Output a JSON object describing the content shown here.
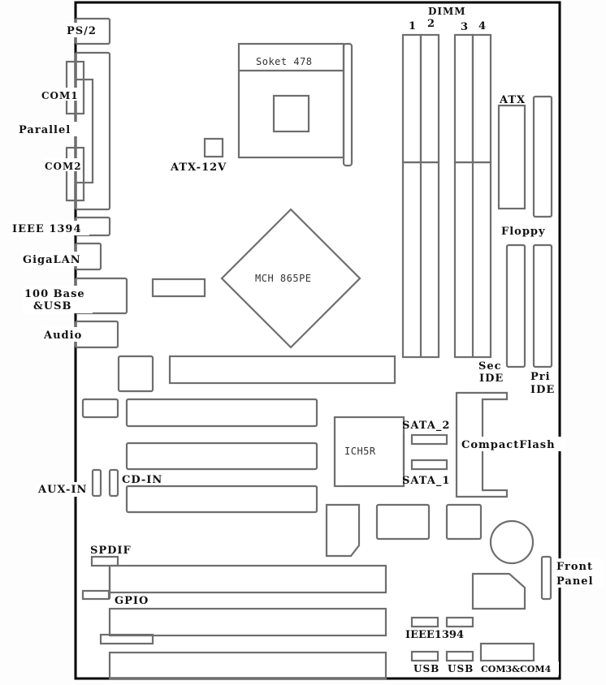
{
  "diagram": {
    "type": "motherboard-layout",
    "theme": {
      "board_outline": "#000000",
      "component_stroke": "#6e6e6e",
      "label_color": "#111111",
      "background": "#ffffff"
    },
    "labels": {
      "ps2": "PS/2",
      "com1": "COM1",
      "parallel": "Parallel",
      "com2": "COM2",
      "ieee1394_rear": "IEEE 1394",
      "gigalan": "GigaLAN",
      "base100_line1": "100 Base",
      "base100_line2": "&USB",
      "audio": "Audio",
      "socket": "Soket 478",
      "atx12v": "ATX-12V",
      "dimm": "DIMM",
      "dimm1": "1",
      "dimm2": "2",
      "dimm3": "3",
      "dimm4": "4",
      "atx": "ATX",
      "floppy": "Floppy",
      "mch": "MCH 865PE",
      "sec_ide_line1": "Sec",
      "sec_ide_line2": "IDE",
      "pri_ide_line1": "Pri",
      "pri_ide_line2": "IDE",
      "ich": "ICH5R",
      "sata2": "SATA_2",
      "sata1": "SATA_1",
      "compactflash": "CompactFlash",
      "aux_in": "AUX-IN",
      "cd_in": "CD-IN",
      "spdif": "SPDIF",
      "gpio": "GPIO",
      "front_panel_line1": "Front",
      "front_panel_line2": "Panel",
      "ieee1394_header": "IEEE1394",
      "usb_a": "USB",
      "usb_b": "USB",
      "com34": "COM3&COM4"
    }
  }
}
